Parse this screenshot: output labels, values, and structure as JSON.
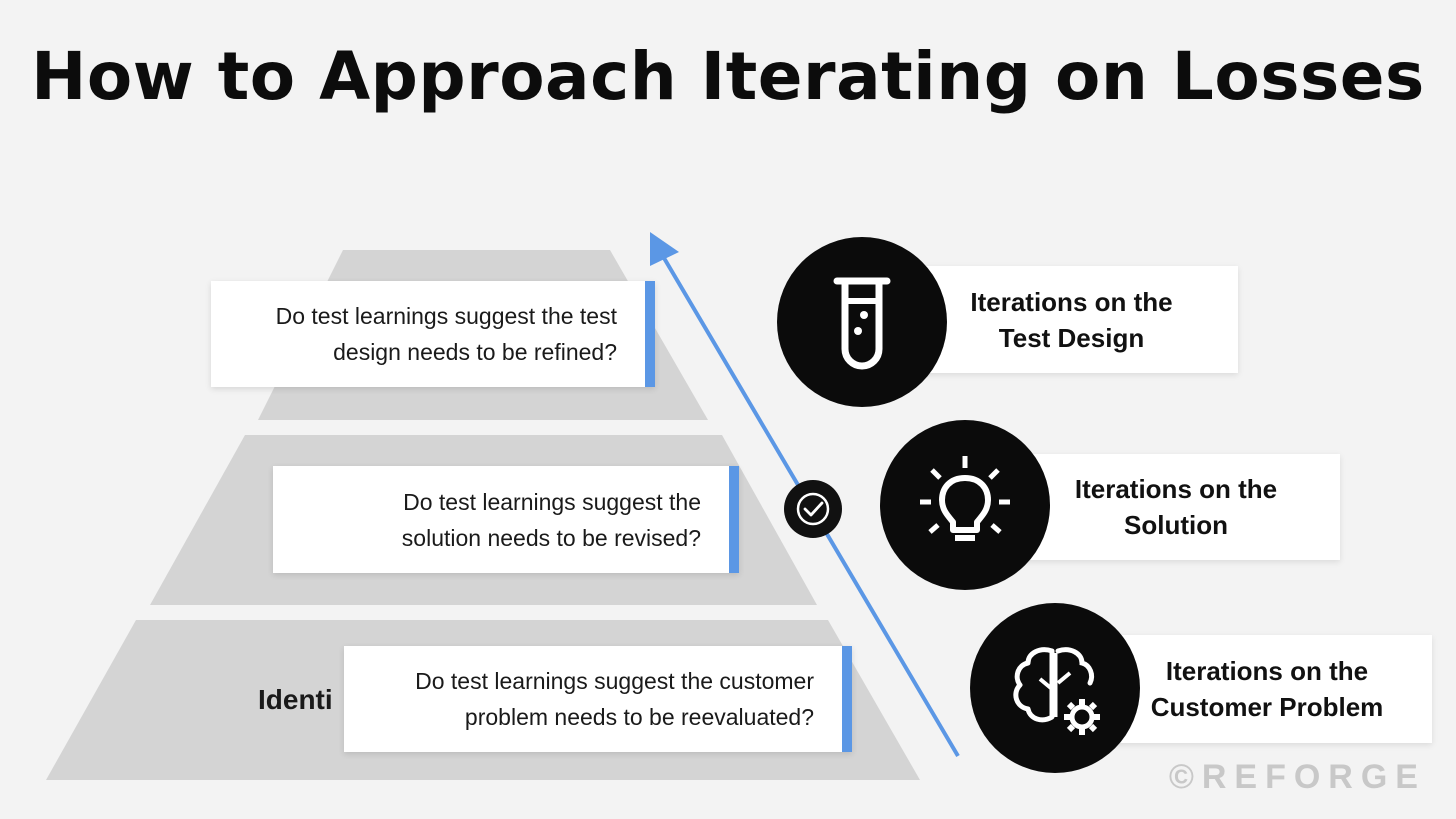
{
  "title": "How to Approach Iterating on Losses",
  "pyramid": {
    "partial_label": "Identi"
  },
  "questions": [
    {
      "text": "Do test learnings suggest the test\ndesign needs to be refined?"
    },
    {
      "text": "Do test learnings suggest the\nsolution needs to be revised?"
    },
    {
      "text": "Do test learnings suggest the customer\nproblem needs to be reevaluated?"
    }
  ],
  "iterations": [
    {
      "label": "Iterations on the\nTest Design",
      "icon": "test-tube-icon"
    },
    {
      "label": "Iterations on the\nSolution",
      "icon": "lightbulb-icon"
    },
    {
      "label": "Iterations on the\nCustomer Problem",
      "icon": "brain-gear-icon"
    }
  ],
  "check_icon": "check-circle-icon",
  "colors": {
    "background": "#f3f3f3",
    "pyramid": "#d4d4d4",
    "accent_blue": "#5b97e5",
    "circle": "#0b0b0b"
  },
  "watermark": "©REFORGE"
}
